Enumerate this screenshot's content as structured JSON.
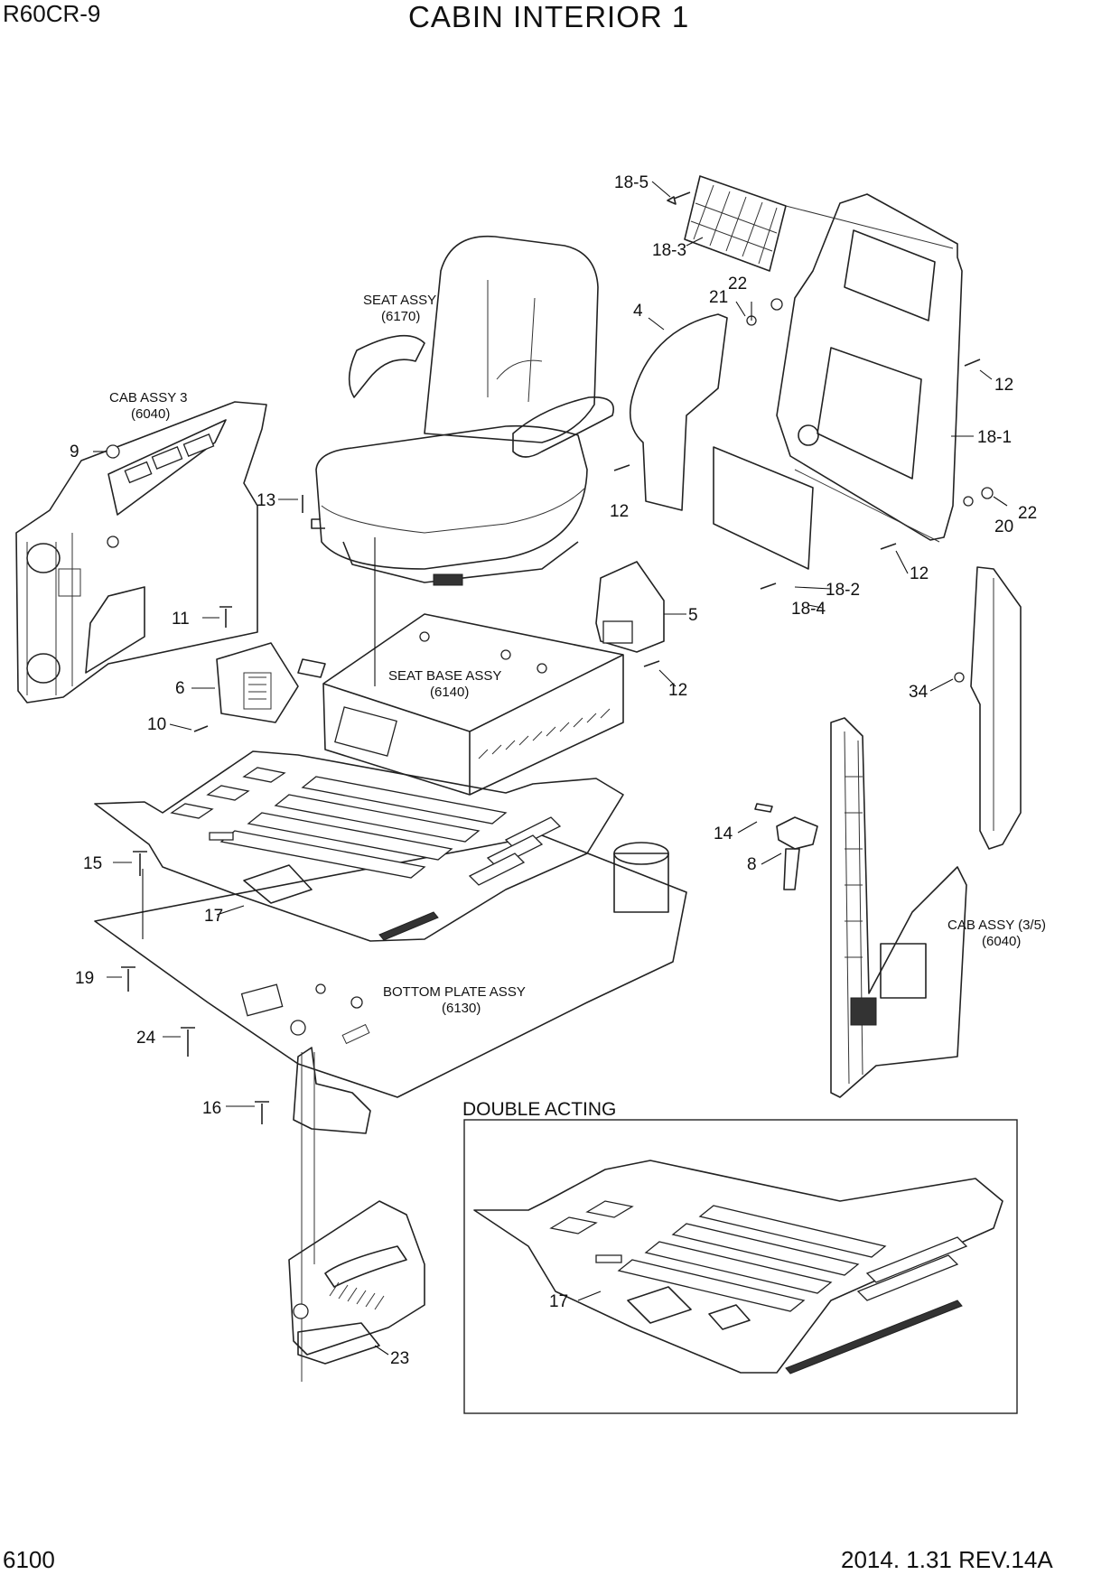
{
  "header": {
    "model": "R60CR-9",
    "title": "CABIN INTERIOR 1"
  },
  "footer": {
    "page": "6100",
    "date_rev": "2014. 1.31  REV.14A"
  },
  "inset": {
    "title": "DOUBLE ACTING"
  },
  "assemblies": {
    "seat": {
      "name": "SEAT ASSY",
      "ref": "(6170)"
    },
    "cab3": {
      "name": "CAB ASSY 3",
      "ref": "(6040)"
    },
    "seat_base": {
      "name": "SEAT BASE ASSY",
      "ref": "(6140)"
    },
    "bottom_plate": {
      "name": "BOTTOM PLATE ASSY",
      "ref": "(6130)"
    },
    "cab35": {
      "name": "CAB ASSY (3/5)",
      "ref": "(6040)"
    }
  },
  "part_numbers": {
    "p18_5": "18-5",
    "p18_3": "18-3",
    "p22a": "22",
    "p21": "21",
    "p4": "4",
    "p12a": "12",
    "p18_1": "18-1",
    "p12b": "12",
    "p20": "20",
    "p22b": "22",
    "p12c": "12",
    "p18_2": "18-2",
    "p18_4": "18-4",
    "p9": "9",
    "p13": "13",
    "p5": "5",
    "p12d": "12",
    "p11": "11",
    "p6": "6",
    "p10": "10",
    "p34": "34",
    "p14": "14",
    "p8": "8",
    "p15": "15",
    "p17a": "17",
    "p19": "19",
    "p24": "24",
    "p16": "16",
    "p23": "23",
    "p17b": "17"
  }
}
